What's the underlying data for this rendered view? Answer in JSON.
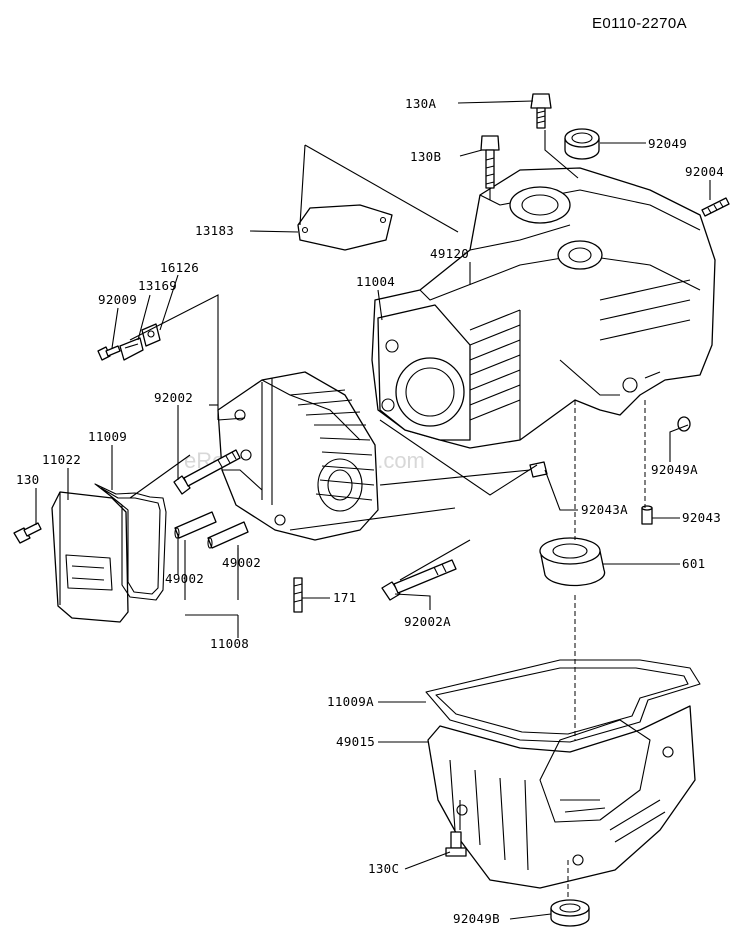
{
  "diagram_code": "E0110-2270A",
  "watermark": "eReplacementParts.com",
  "callouts": {
    "p130A": "130A",
    "p130B": "130B",
    "p92049": "92049",
    "p92004": "92004",
    "p13183": "13183",
    "p49120": "49120",
    "p16126": "16126",
    "p13169": "13169",
    "p11004": "11004",
    "p92009": "92009",
    "p92002": "92002",
    "p11009": "11009",
    "p11022": "11022",
    "p130": "130",
    "p92049A": "92049A",
    "p92043A": "92043A",
    "p92043": "92043",
    "p49002a": "49002",
    "p49002b": "49002",
    "p601": "601",
    "p171": "171",
    "p11008": "11008",
    "p92002A": "92002A",
    "p11009A": "11009A",
    "p49015": "49015",
    "p130C": "130C",
    "p92049B": "92049B"
  }
}
